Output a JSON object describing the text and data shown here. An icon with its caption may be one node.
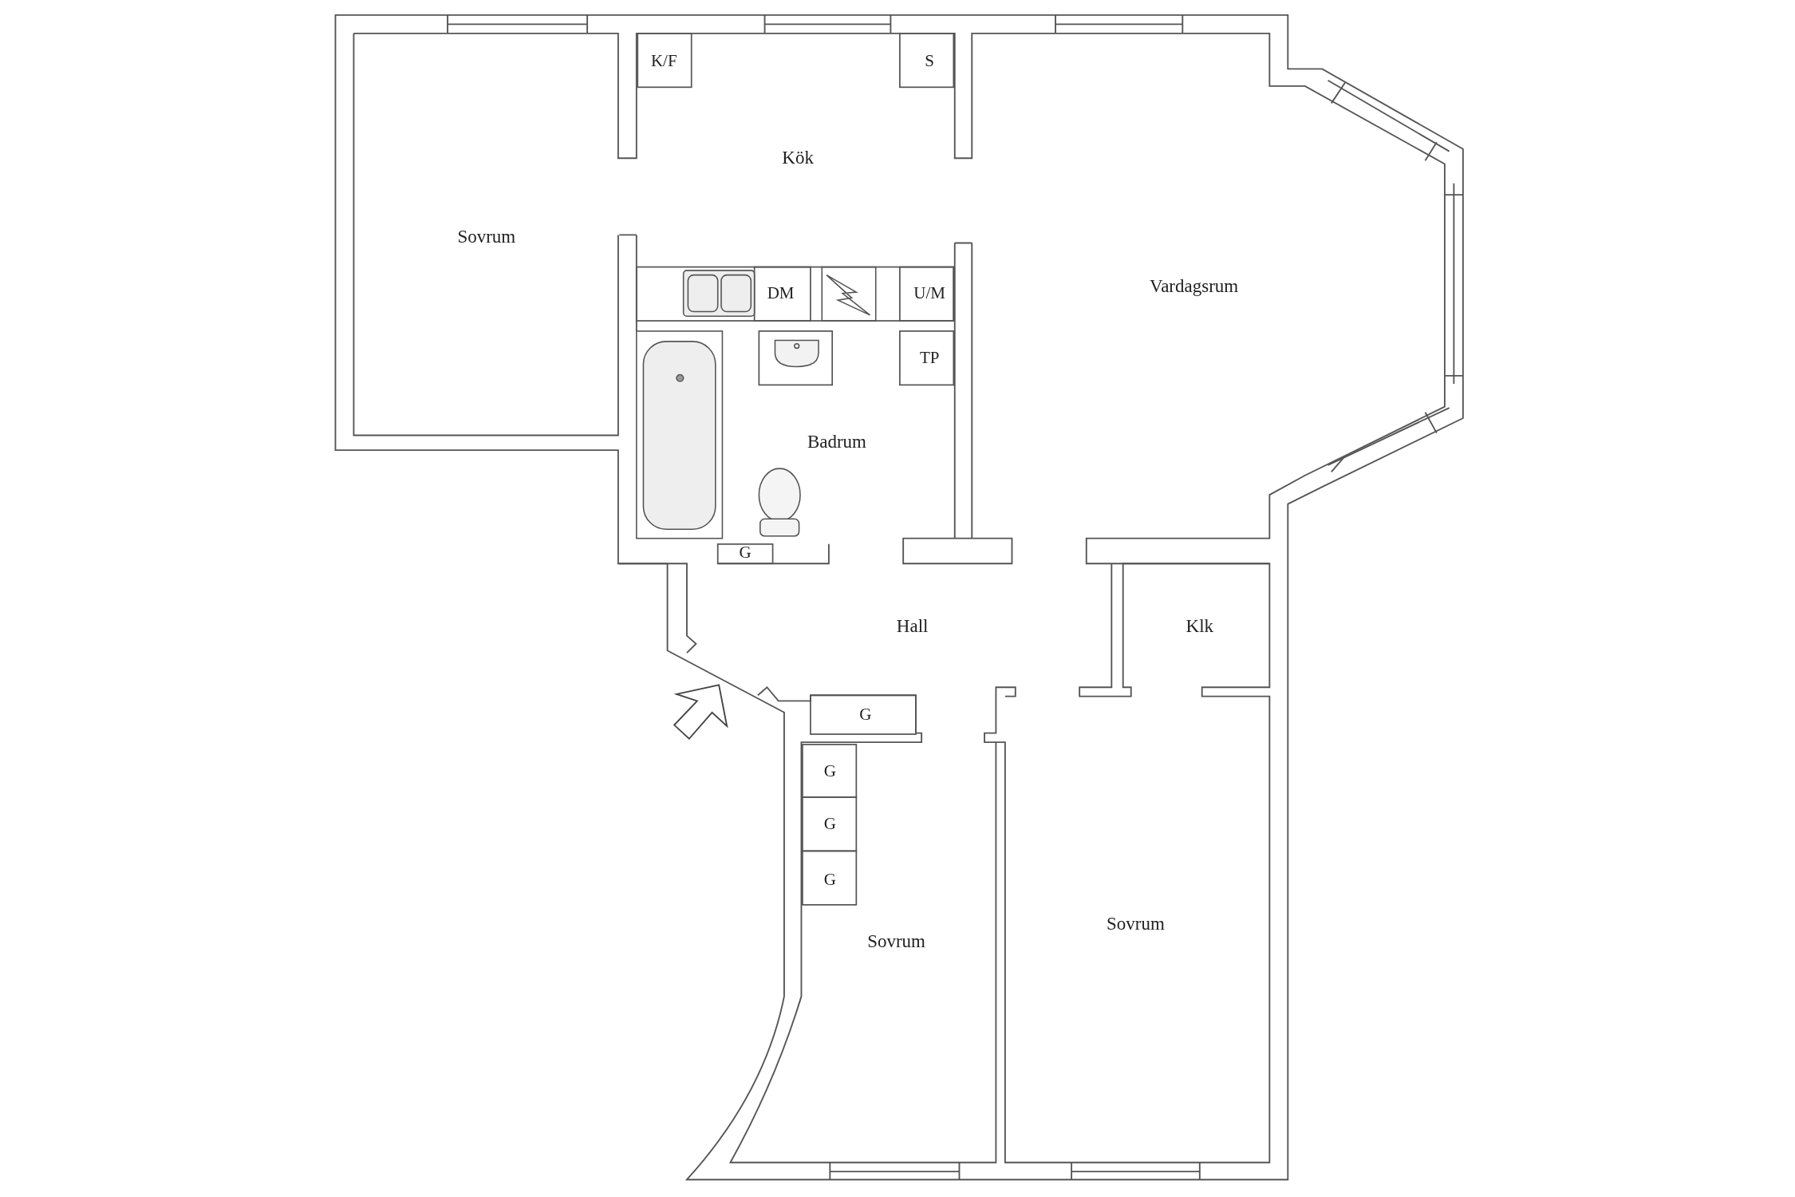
{
  "diagram": {
    "labels": [
      "K/F",
      "S",
      "Kök",
      "Sovrum",
      "DM",
      "U/M",
      "Vardagsrum",
      "TP",
      "Badrum",
      "G",
      "Hall",
      "Klk",
      "G",
      "G",
      "G",
      "G",
      "Sovrum",
      "Sovrum"
    ]
  }
}
